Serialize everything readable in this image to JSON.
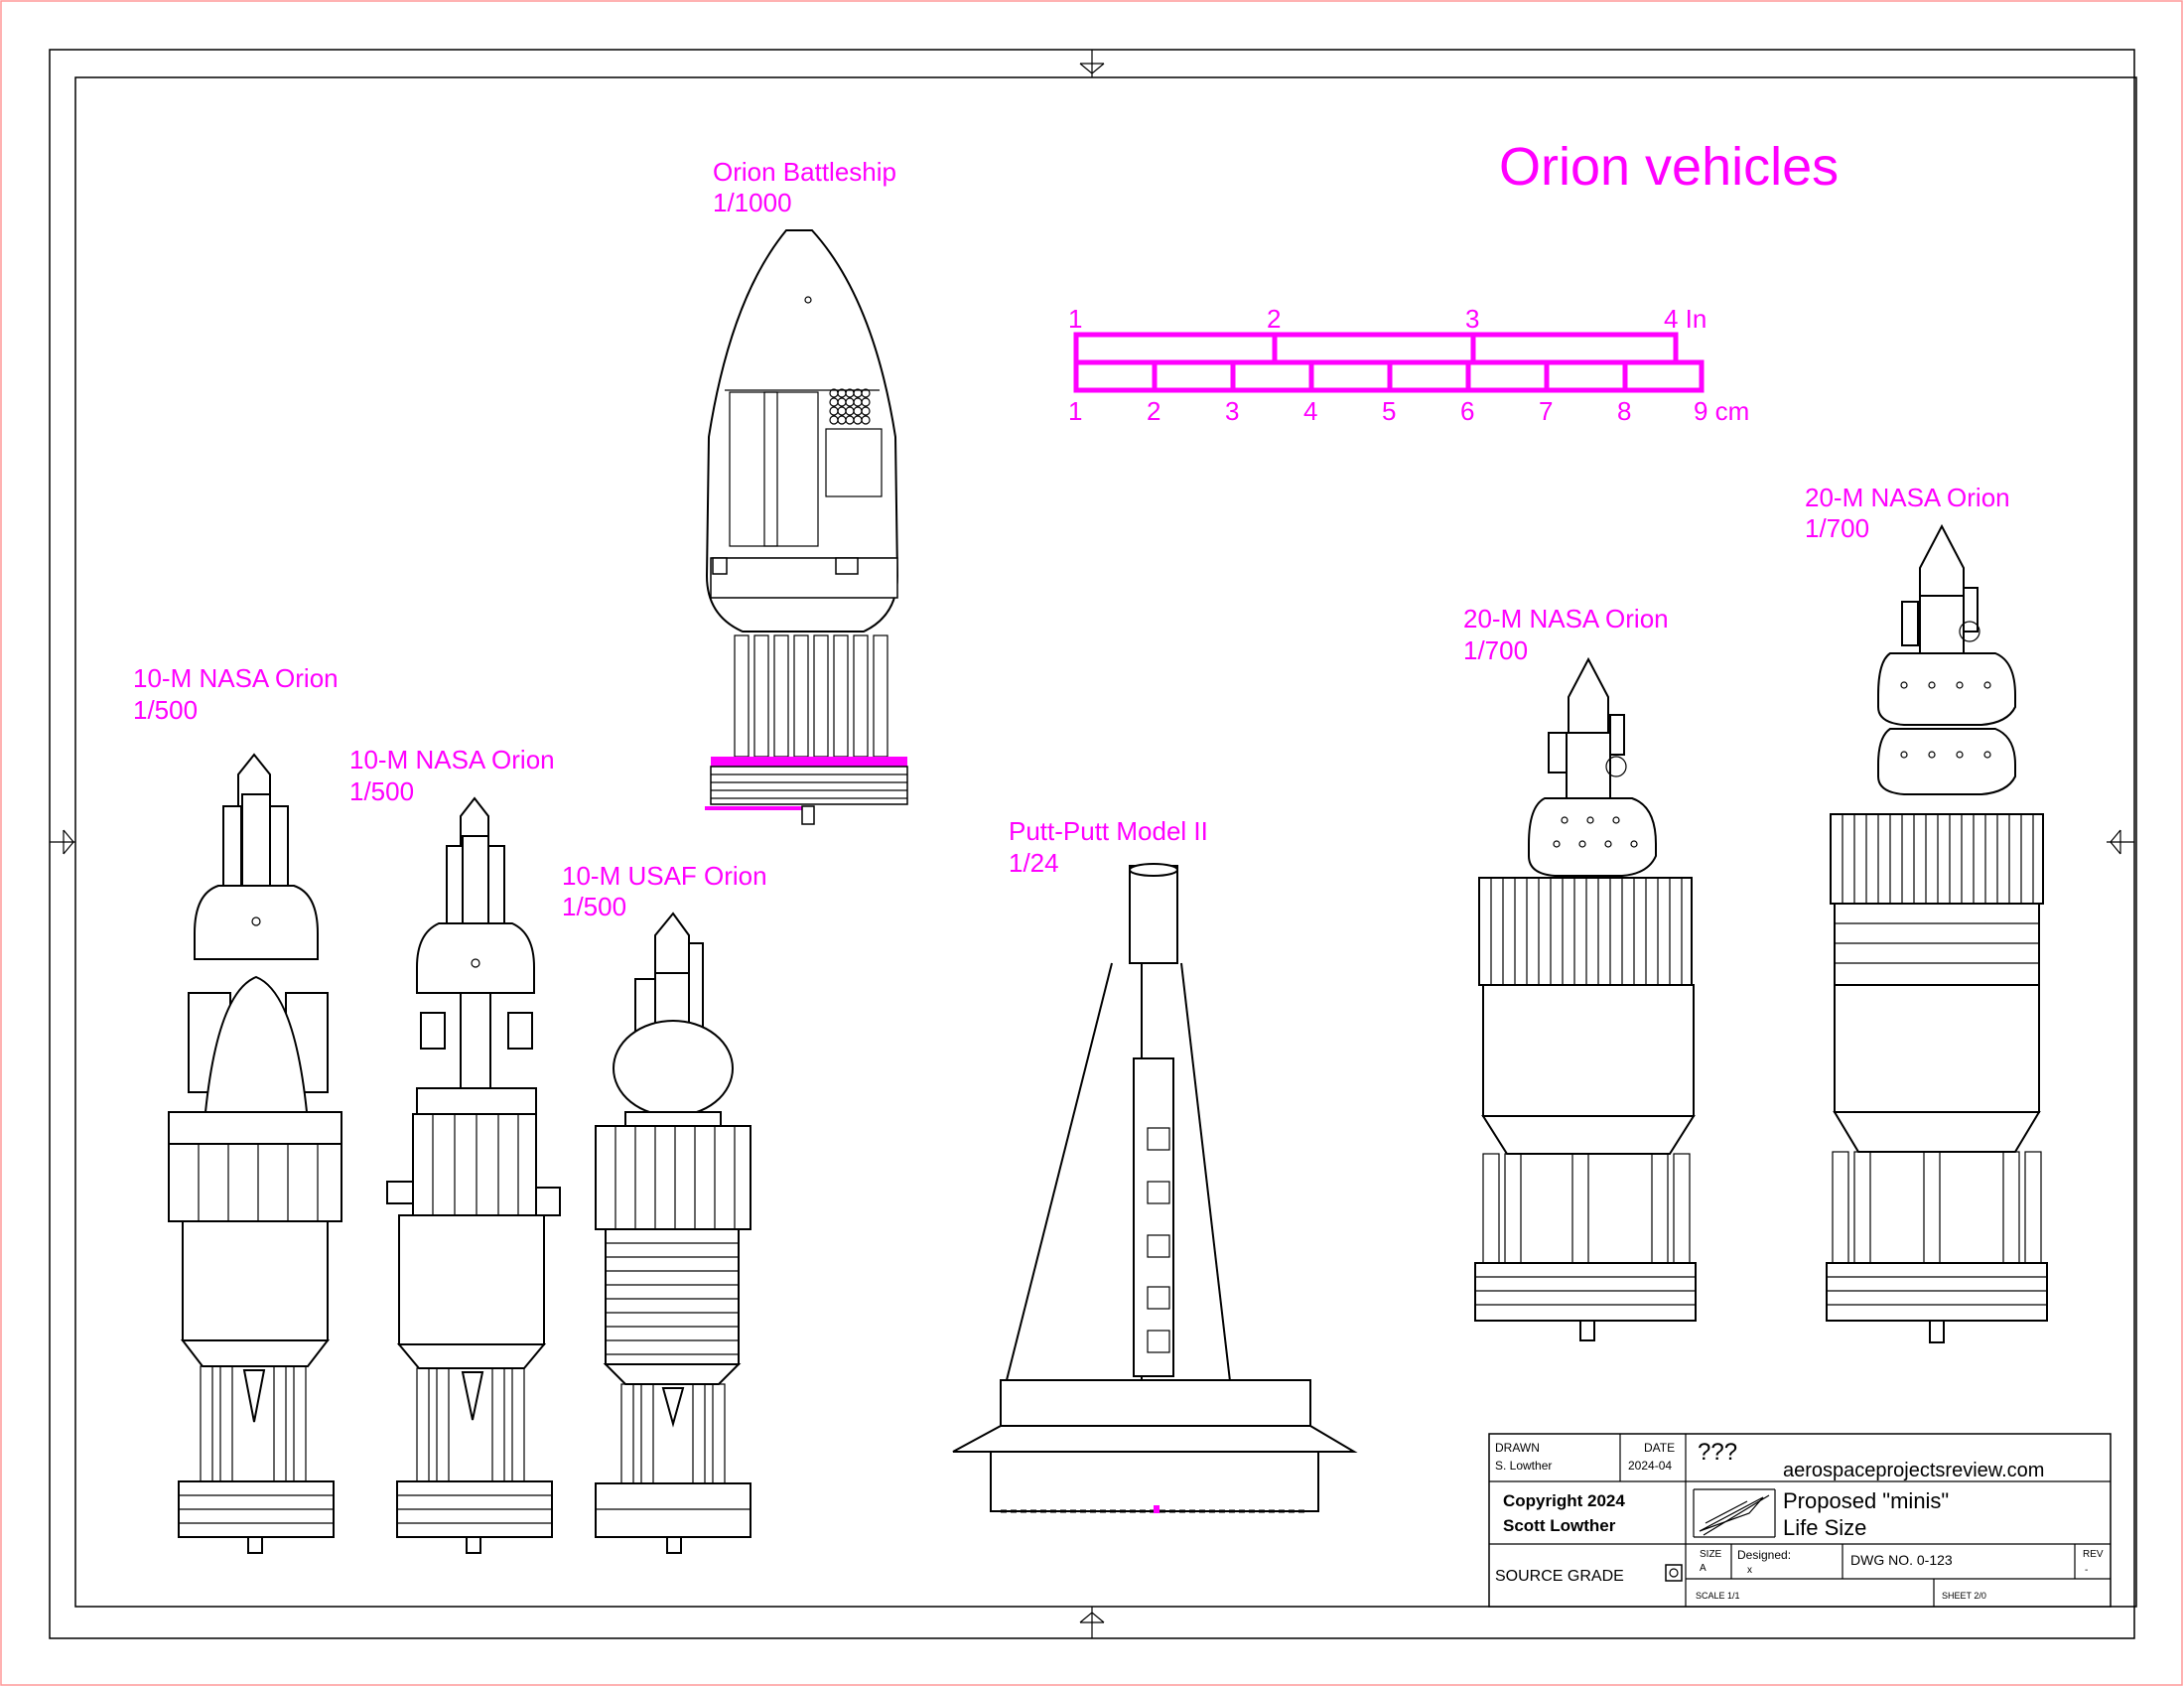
{
  "title": "Orion vehicles",
  "scale_bar": {
    "inch_labels": [
      "1",
      "2",
      "3",
      "4 In"
    ],
    "cm_labels": [
      "1",
      "2",
      "3",
      "4",
      "5",
      "6",
      "7",
      "8",
      "9 cm"
    ],
    "color": "#ff00ff"
  },
  "vehicles": [
    {
      "name": "Orion Battleship",
      "scale": "1/1000"
    },
    {
      "name": "10-M NASA Orion",
      "scale": "1/500"
    },
    {
      "name": "10-M NASA Orion",
      "scale": "1/500"
    },
    {
      "name": "10-M USAF Orion",
      "scale": "1/500"
    },
    {
      "name": "Putt-Putt Model II",
      "scale": "1/24"
    },
    {
      "name": "20-M NASA Orion",
      "scale": "1/700"
    },
    {
      "name": "20-M NASA Orion",
      "scale": "1/700"
    }
  ],
  "title_block": {
    "drawn_label": "DRAWN",
    "drawn_by": "S. Lowther",
    "date_label": "DATE",
    "date": "2024-04",
    "unknown": "???",
    "website": "aerospaceprojectsreview.com",
    "copyright_line1": "Copyright 2024",
    "copyright_line2": "Scott Lowther",
    "drawing_title_line1": "Proposed \"minis\"",
    "drawing_title_line2": "Life Size",
    "source_grade": "SOURCE GRADE",
    "size_label": "SIZE",
    "size": "A",
    "designed_label": "Designed:",
    "designed": "x",
    "dwg_no": "DWG NO. 0-123",
    "rev_label": "REV",
    "rev": "-",
    "scale": "SCALE 1/1",
    "sheet": "SHEET 2/0"
  }
}
